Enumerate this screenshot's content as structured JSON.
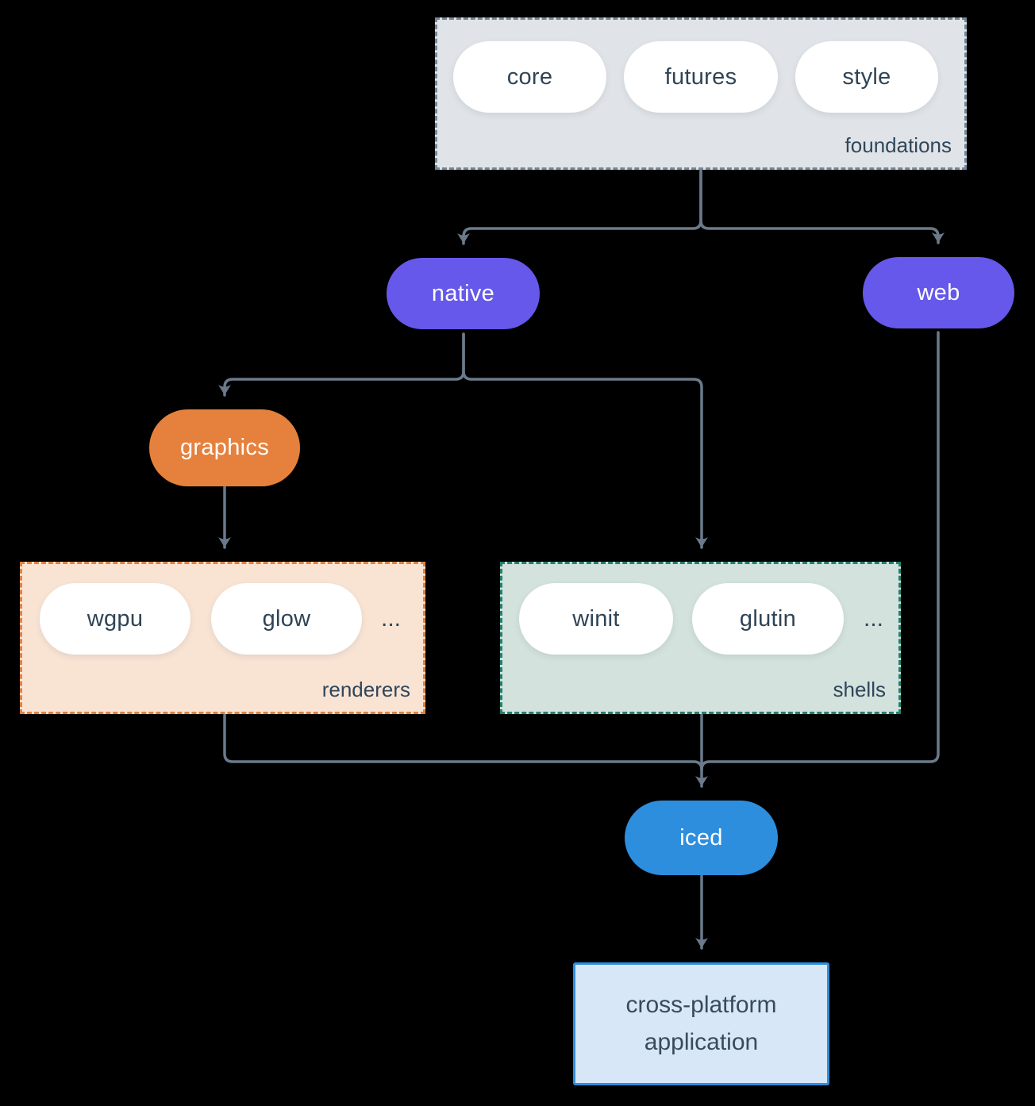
{
  "groups": {
    "foundations": {
      "label": "foundations",
      "pills": [
        "core",
        "futures",
        "style"
      ]
    },
    "renderers": {
      "label": "renderers",
      "pills": [
        "wgpu",
        "glow"
      ],
      "more": "..."
    },
    "shells": {
      "label": "shells",
      "pills": [
        "winit",
        "glutin"
      ],
      "more": "..."
    }
  },
  "nodes": {
    "native": "native",
    "web": "web",
    "graphics": "graphics",
    "iced": "iced",
    "application": {
      "line1": "cross-platform",
      "line2": "application"
    }
  },
  "colors": {
    "background": "#000000",
    "arrow": "#6b7a8a",
    "purple_node": "#6658ea",
    "orange_node": "#e5813c",
    "blue_node": "#2e8ede",
    "foundations_fill": "#e0e4e8",
    "foundations_border": "#76879a",
    "renderers_fill": "#f9e4d4",
    "renderers_border": "#e08140",
    "shells_fill": "#d3e2dc",
    "shells_border": "#23806f",
    "application_fill": "#d8e7f8",
    "application_border": "#2e8ede",
    "dark_text": "#2f4456"
  }
}
